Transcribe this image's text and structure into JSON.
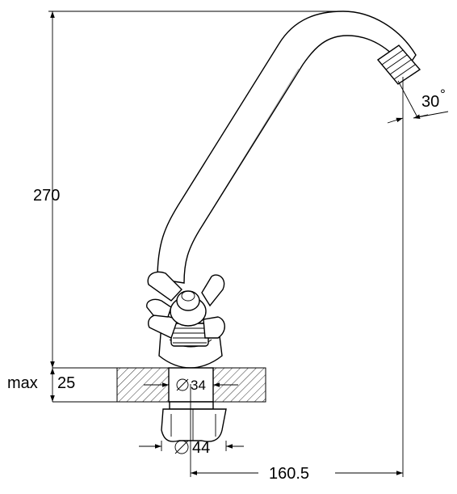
{
  "dimensions": {
    "height": "270",
    "max_label": "max",
    "max_value": "25",
    "hole_diameter": "34",
    "nut_diameter": "44",
    "reach": "160.5",
    "angle": "30",
    "degree_mark": "°"
  },
  "symbols": {
    "diameter": "diameter-icon"
  },
  "colors": {
    "line": "#000000",
    "background": "#ffffff"
  }
}
